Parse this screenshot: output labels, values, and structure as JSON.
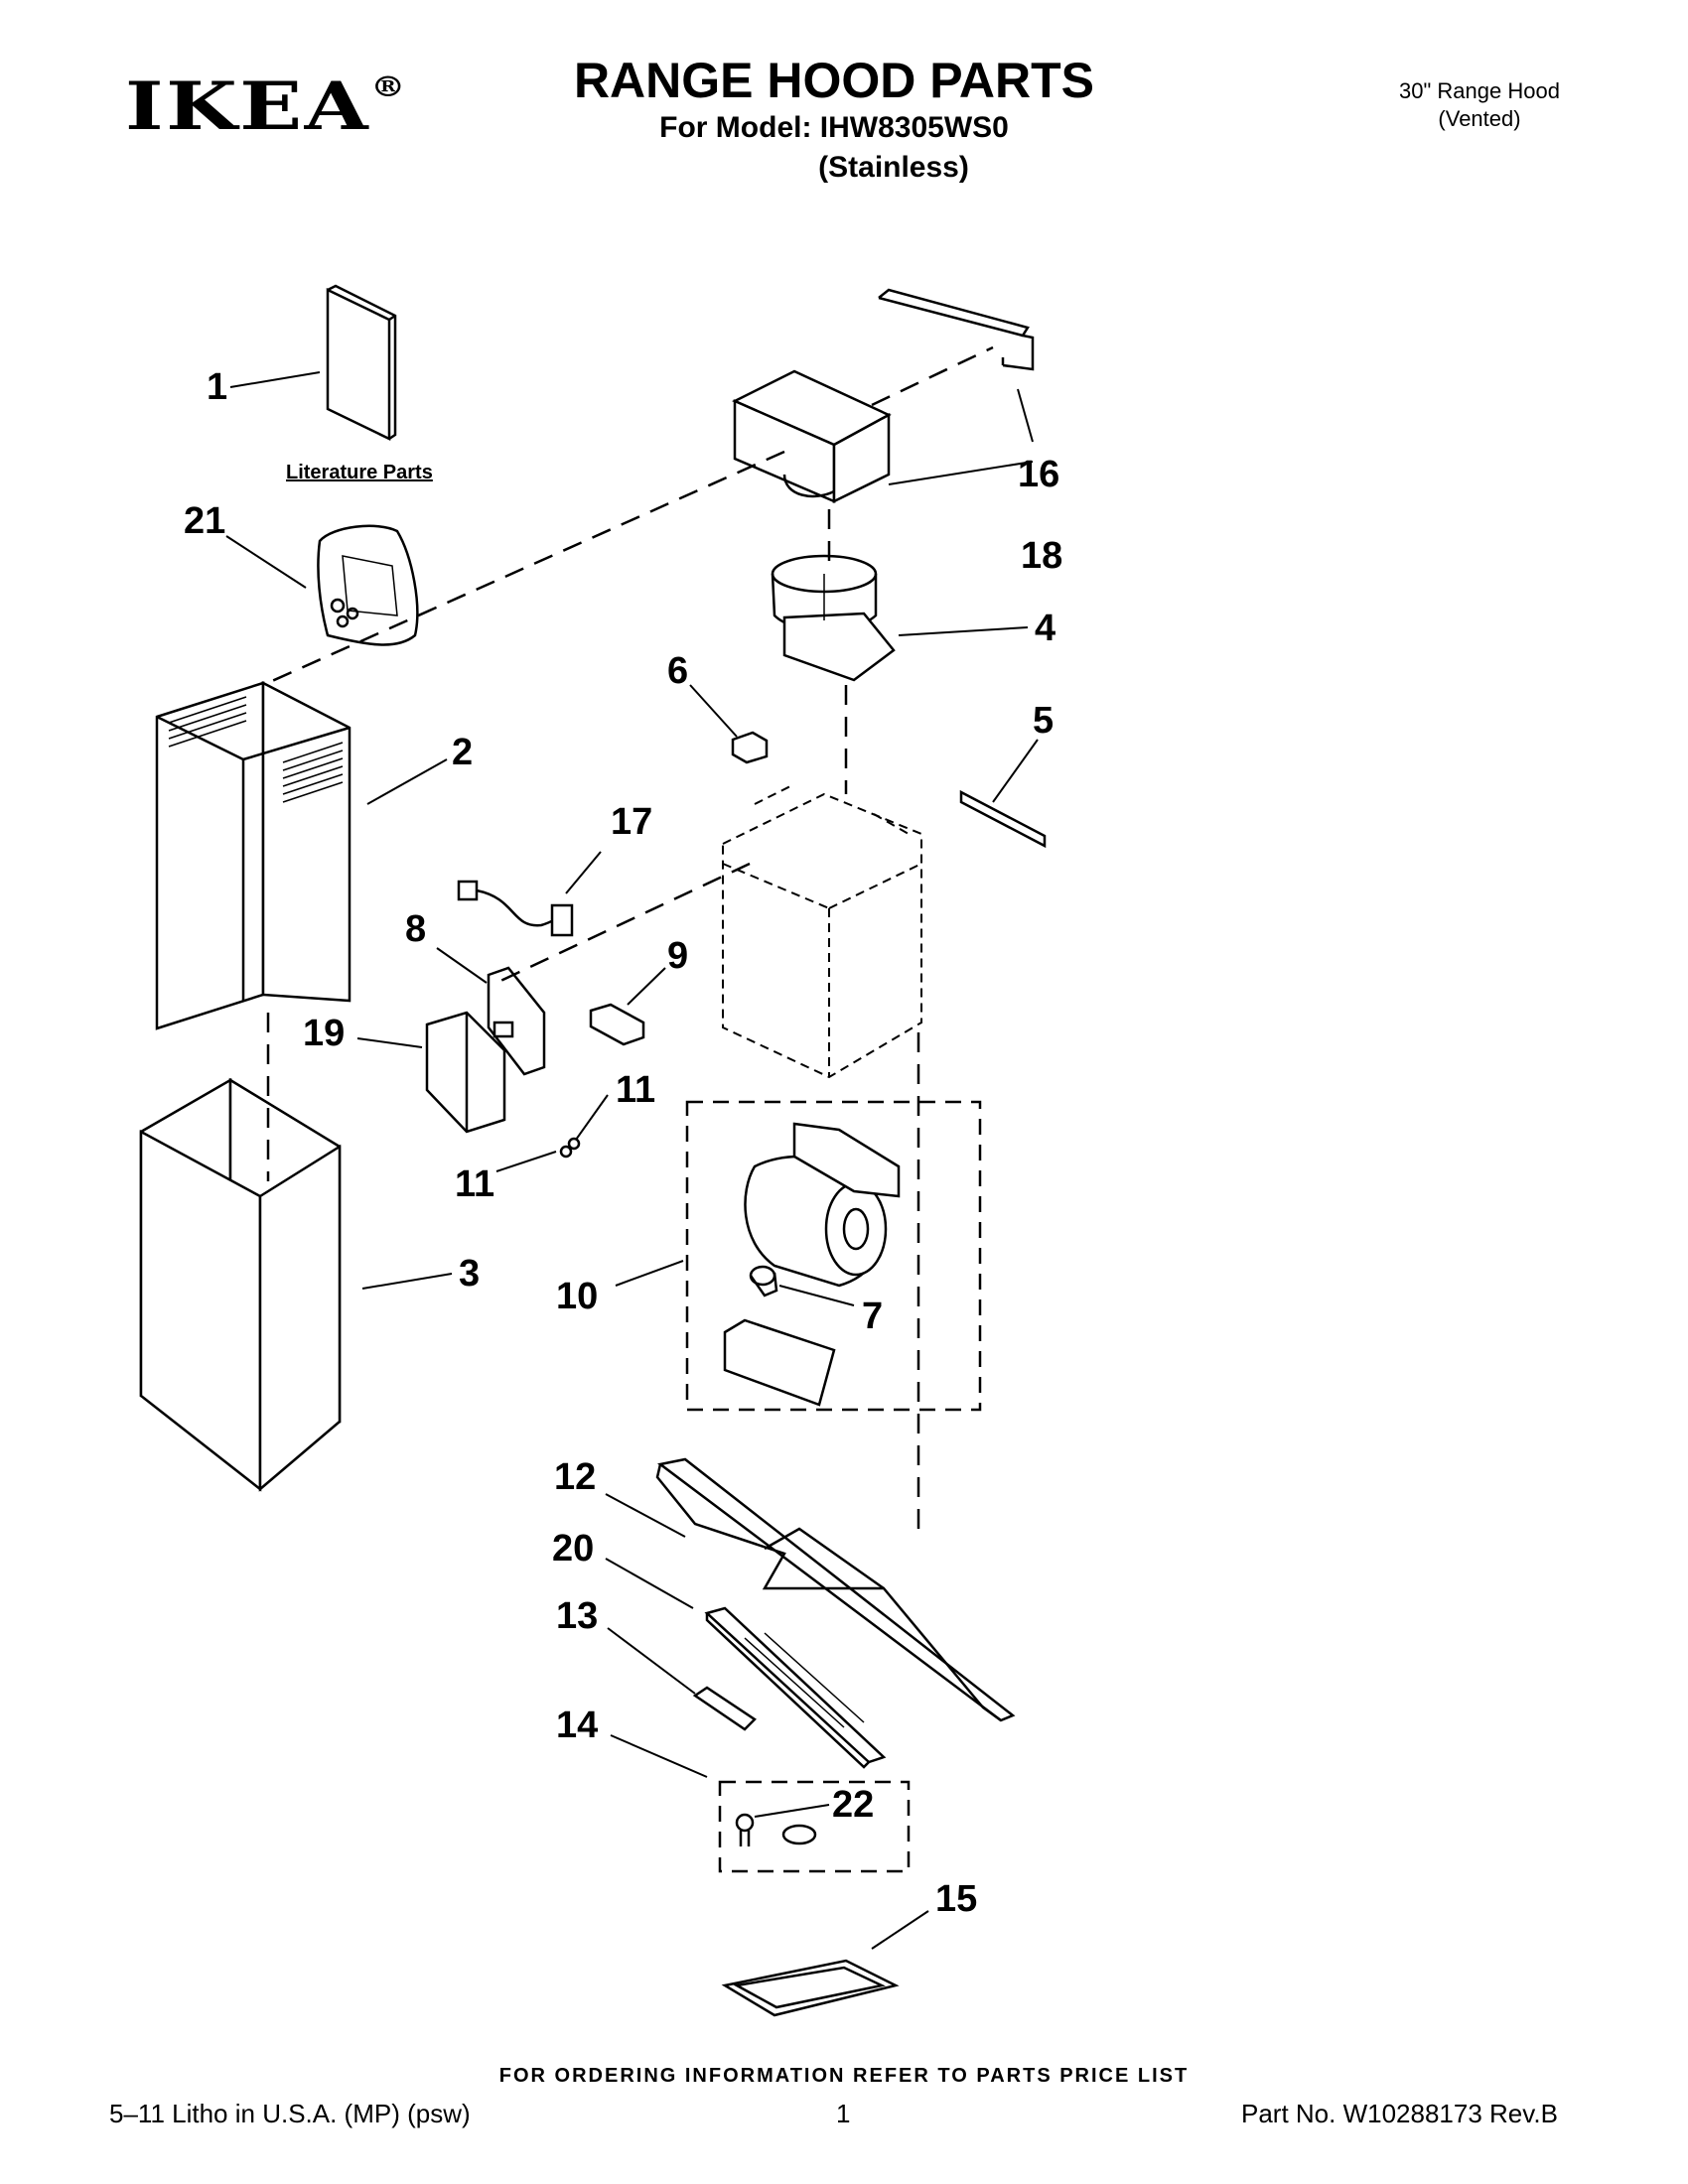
{
  "header": {
    "logo": "IKEA",
    "logo_mark": "®",
    "title": "RANGE HOOD PARTS",
    "model_line": "For Model: IHW8305WS0",
    "finish": "(Stainless)",
    "corner_line1": "30\" Range Hood",
    "corner_line2": "(Vented)"
  },
  "diagram": {
    "literature_label": "Literature Parts",
    "callouts": [
      "1",
      "2",
      "3",
      "4",
      "5",
      "6",
      "7",
      "8",
      "9",
      "10",
      "11",
      "11",
      "12",
      "13",
      "14",
      "15",
      "16",
      "17",
      "18",
      "19",
      "20",
      "21",
      "22"
    ]
  },
  "footer": {
    "ordering_note": "FOR ORDERING INFORMATION REFER TO PARTS PRICE LIST",
    "left": "5–11 Litho in U.S.A. (MP) (psw)",
    "page": "1",
    "part_no": "Part No. W10288173 Rev.B"
  },
  "colors": {
    "ink": "#000000",
    "paper": "#ffffff"
  }
}
